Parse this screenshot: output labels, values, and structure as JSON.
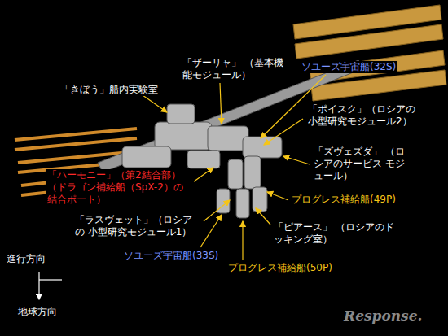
{
  "diagram": {
    "labels": [
      "「きぼう」船内実験室",
      "「ザーリャ」 （基本機能モジュール）",
      "ソユーズ宇宙船(32S)",
      "「ポイスク」（ロシアの 小型研究モジュール2）",
      "「ズヴェズダ」 （ロシアのサービス モジュール）",
      "「ハーモニー」（第2結合部） （ドラゴン補給船（SpX-2）の 結合ポート）",
      "プログレス補給船(49P)",
      "「ピアース」 （ロシアのドッキング室）",
      "「ラスヴェット」（ロシアの 小型研究モジュール1）",
      "ソユーズ宇宙船(33S)",
      "プログレス補給船(50P)",
      "進行方向",
      "地球方向",
      "Response."
    ]
  }
}
